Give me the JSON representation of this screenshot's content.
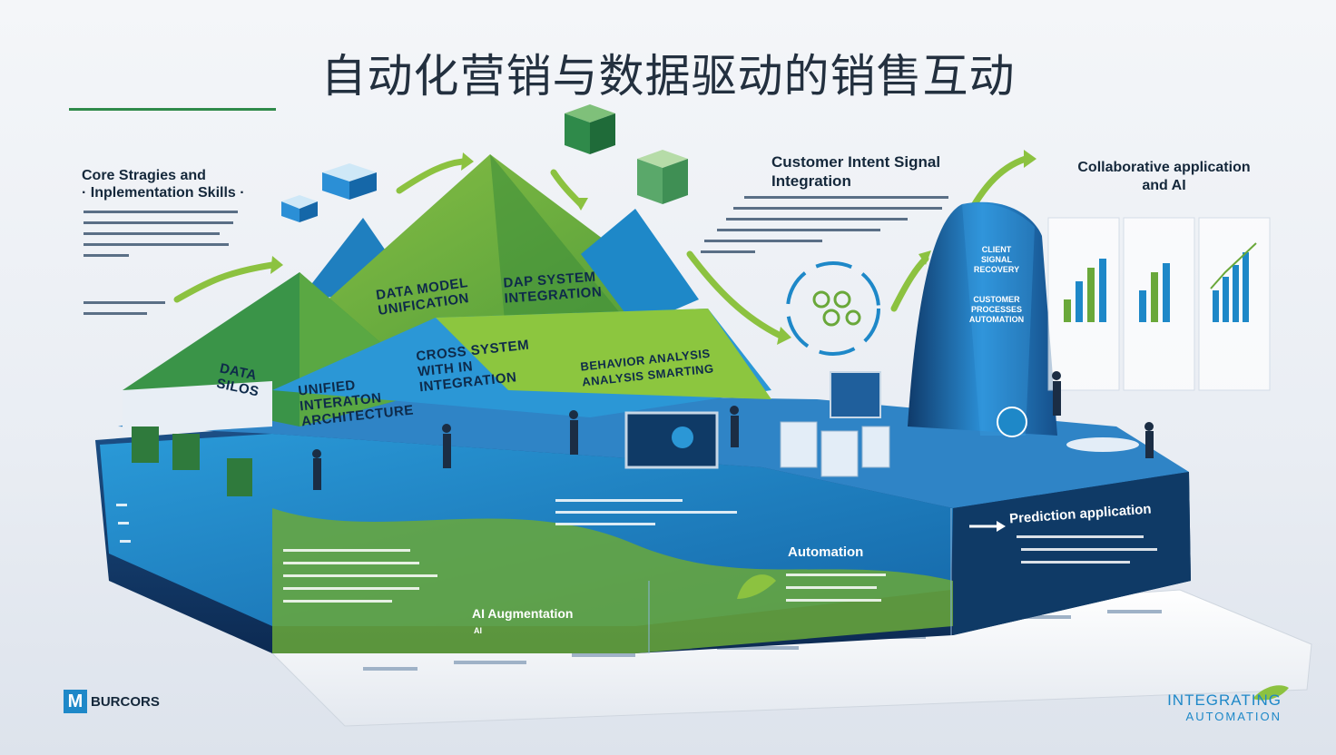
{
  "title": "自动化营销与数据驱动的销售互动",
  "left_heading": {
    "line1": "Core Stragies and",
    "line2": "· Inplementation Skills ·"
  },
  "customer_intent": {
    "line1": "Customer Intent Signal",
    "line2": "Integration"
  },
  "collab": {
    "line1": "Collaborative application",
    "line2": "and AI"
  },
  "peaks": {
    "data_silos": {
      "line1": "DATA",
      "line2": "SILOS"
    },
    "data_model": {
      "line1": "DATA MODEL",
      "line2": "UNIFICATION"
    },
    "data_system": {
      "line1": "DAP SYSTEM",
      "line2": "INTEGRATION"
    },
    "unified": {
      "line1": "UNIFIED",
      "line2": "INTERATON",
      "line3": "ARCHITECTURE"
    },
    "cross_system": {
      "line1": "CROSS SYSTEM",
      "line2": "WITH IN",
      "line3": "INTEGRATION"
    },
    "behavior": {
      "line1": "BEHAVIOR ANALYSIS",
      "line2": "ANALYSIS SMARTING"
    }
  },
  "tower": {
    "t1": "CLIENT",
    "t2": "SIGNAL",
    "t3": "RECOVERY",
    "t4": "CUSTOMER",
    "t5": "PROCESSES",
    "t6": "AUTOMATION"
  },
  "bottom": {
    "automation": "Automation",
    "prediction": "Prediction application",
    "augmentation": "AI Augmentation",
    "ai_small": "AI"
  },
  "logo": {
    "brand": "BURCORS",
    "mark": "M"
  },
  "footer_right": {
    "line1": "INTEGRATING",
    "line2": "AUTOMATION"
  },
  "colors": {
    "navy": "#0f3a66",
    "blue": "#1a88c9",
    "green": "#6aa83a",
    "dark_green": "#2f8a4a",
    "title": "#23303f"
  }
}
